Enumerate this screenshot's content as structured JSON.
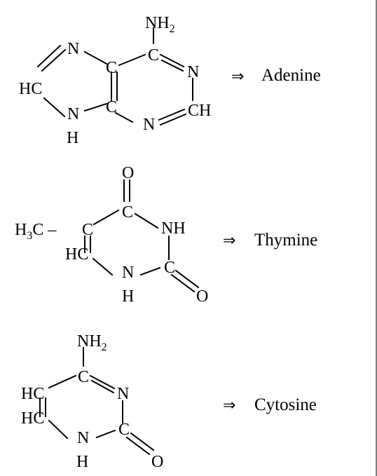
{
  "colors": {
    "ink": "#000000",
    "background": "#ffffff"
  },
  "arrow_symbol": "⇒",
  "molecules": [
    {
      "name": "Adenine",
      "atoms": {
        "nh2": "NH",
        "nh2_sub": "2",
        "c_top": "C",
        "n_right": "N",
        "ch_right": "CH",
        "n_bottom": "N",
        "c_bottom": "C",
        "c_mid": "C",
        "n_upper_left": "N",
        "hc": "HC",
        "n_lower_left": "N",
        "h": "H"
      }
    },
    {
      "name": "Thymine",
      "atoms": {
        "o_top": "O",
        "c_top": "C",
        "nh": "NH",
        "c_right": "C",
        "o_right": "O",
        "n_bottom": "N",
        "h": "H",
        "hc": "HC",
        "c_left": "C",
        "methyl_h": "H",
        "methyl_sub": "3",
        "methyl_c": "C –"
      }
    },
    {
      "name": "Cytosine",
      "atoms": {
        "nh2": "NH",
        "nh2_sub": "2",
        "c_top": "C",
        "n_right": "N",
        "c_right": "C",
        "o_right": "O",
        "n_bottom": "N",
        "h": "H",
        "hc_lower": "HC",
        "hc_upper": "HC"
      }
    }
  ]
}
